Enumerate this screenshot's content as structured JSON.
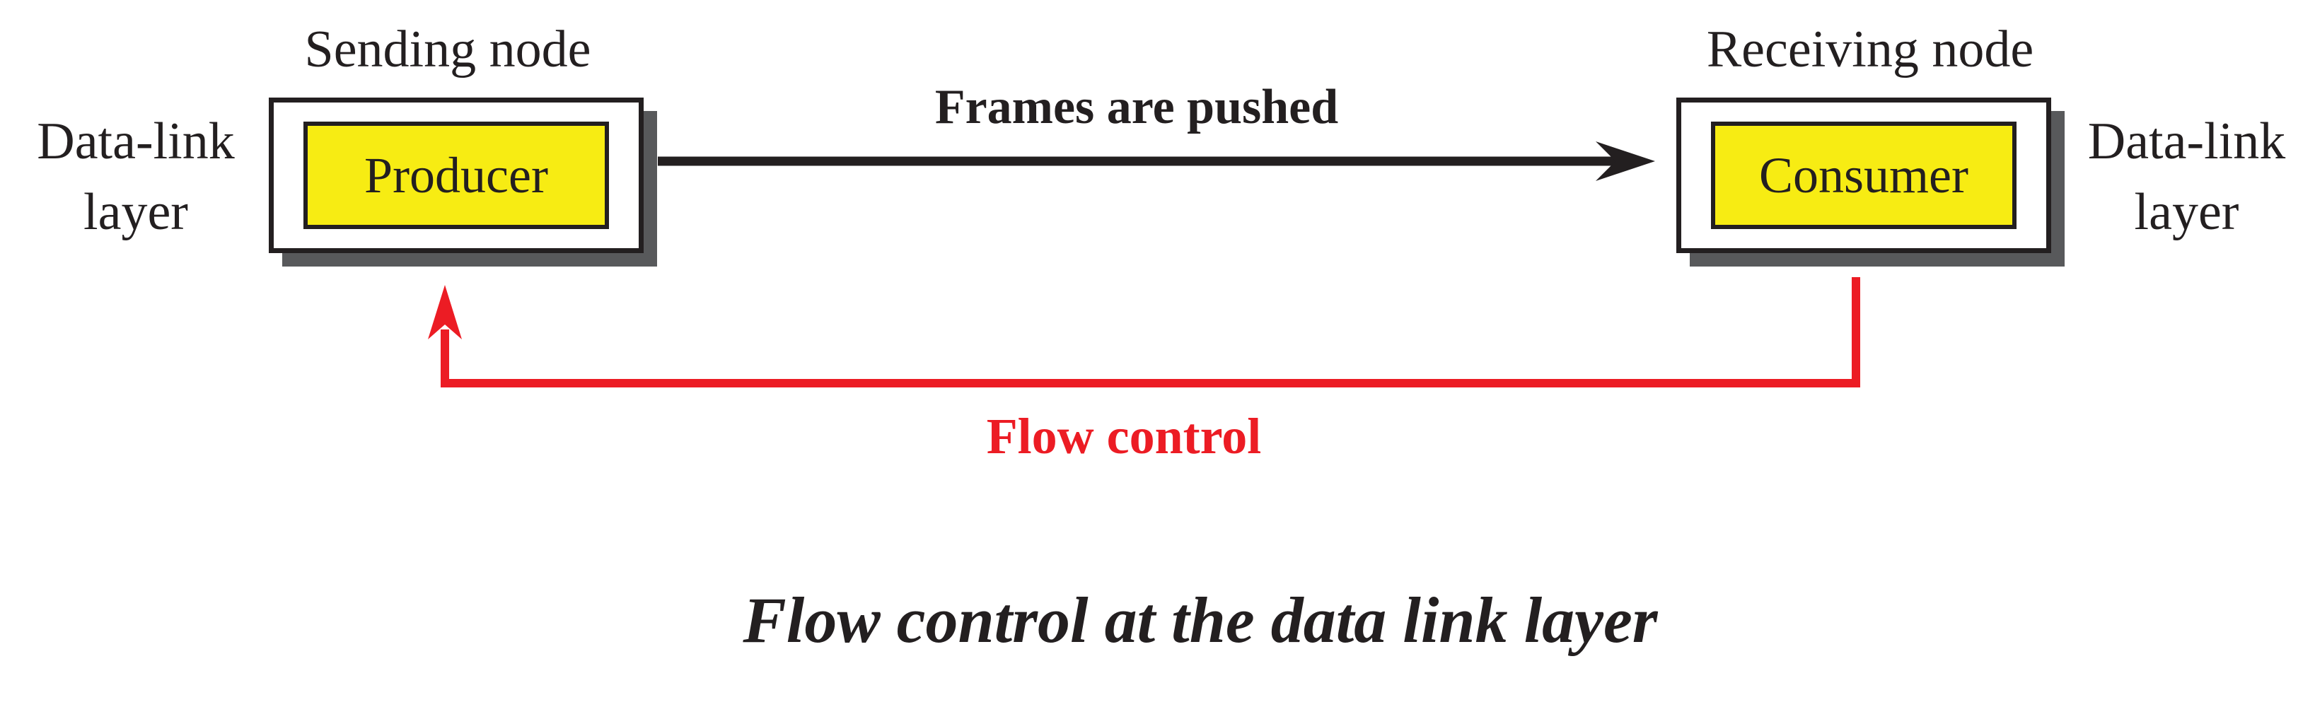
{
  "colors": {
    "red": "#EC1C24",
    "yellow": "#F7EC13",
    "shadow_gray": "#58595B",
    "ink": "#231F20"
  },
  "nodes": {
    "sending": {
      "title": "Sending node",
      "layer_label": "Data-link\nlayer",
      "box_label": "Producer"
    },
    "receiving": {
      "title": "Receiving node",
      "layer_label": "Data-link\nlayer",
      "box_label": "Consumer"
    }
  },
  "arrows": {
    "frames": {
      "label": "Frames are pushed",
      "direction": "left-to-right",
      "color": "#231F20"
    },
    "flow_control": {
      "label": "Flow control",
      "direction": "consumer-to-producer",
      "color": "#EC1C24"
    }
  },
  "caption": "Flow control at the data link layer"
}
